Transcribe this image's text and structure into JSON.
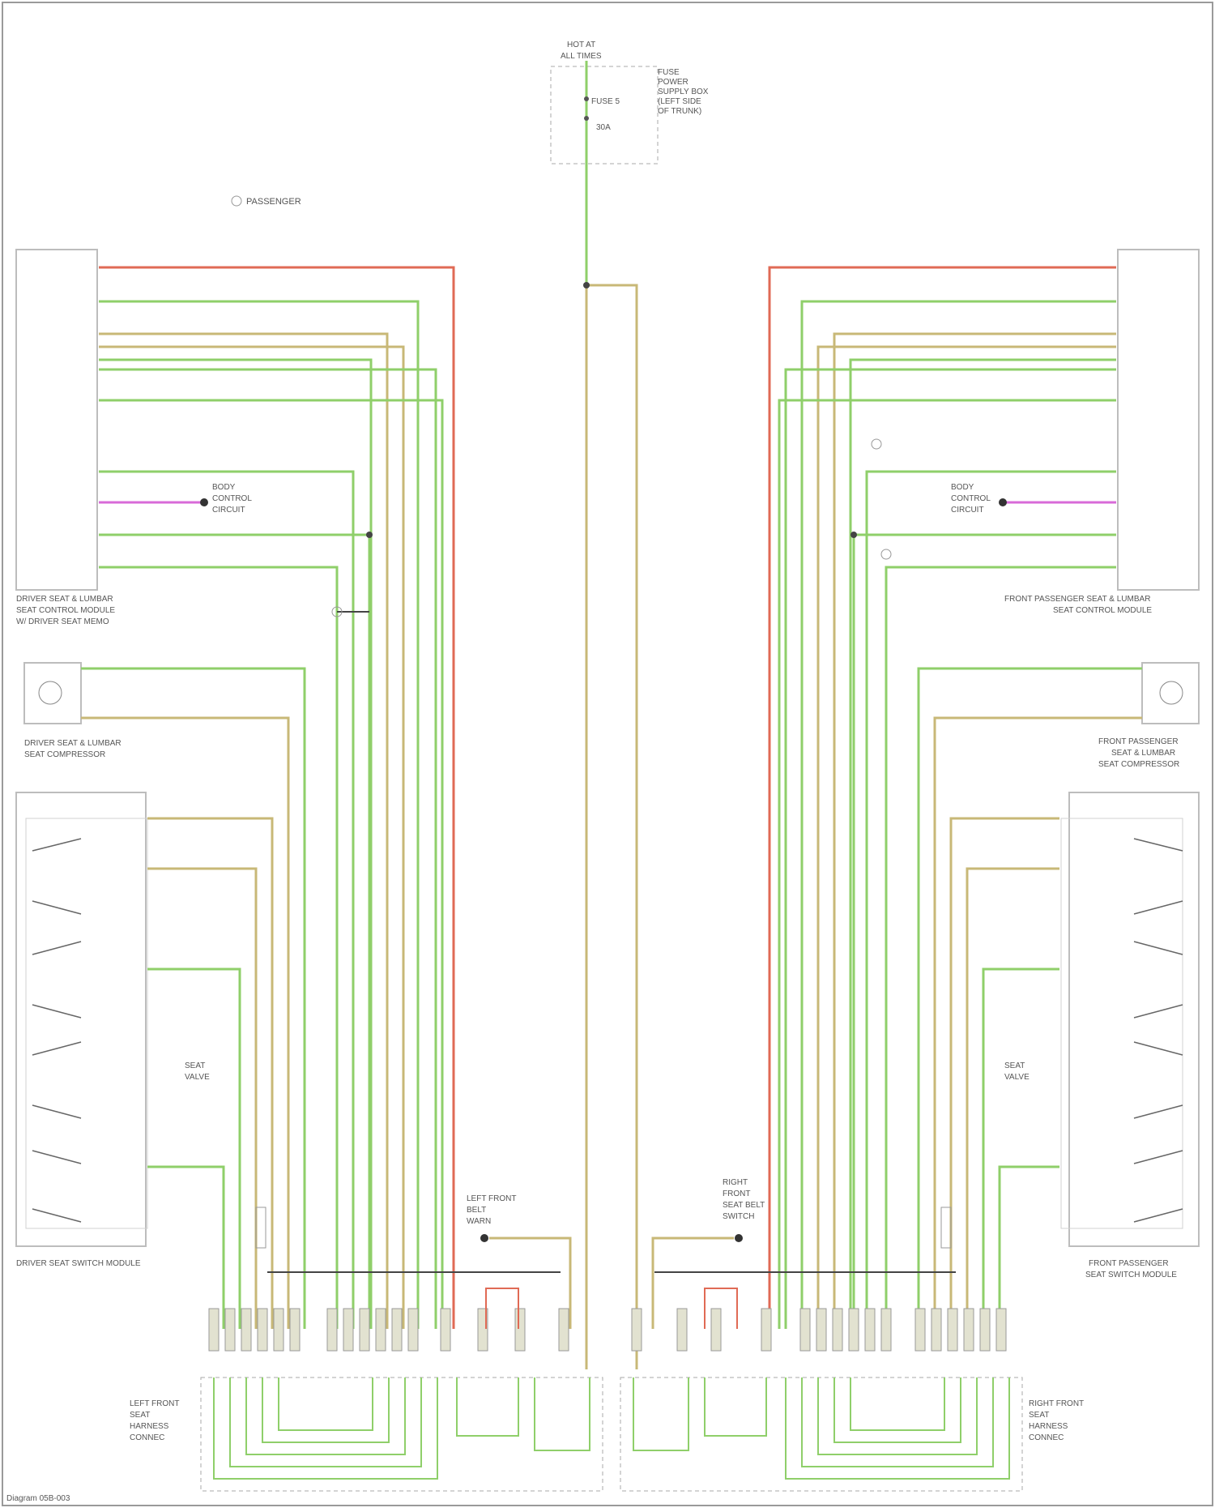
{
  "diagram": {
    "top_fuse_labels": [
      "HOT AT",
      "ALL TIMES"
    ],
    "fuse_box_labels": [
      "FUSE",
      "POWER",
      "SUPPLY BOX",
      "(LEFT SIDE",
      "OF TRUNK)"
    ],
    "fuse_labels": [
      "FUSE 5",
      "30A"
    ],
    "passenger_note": "PASSENGER",
    "left_module_labels": [
      "DRIVER SEAT & LUMBAR",
      "SEAT CONTROL MODULE",
      "W/ DRIVER SEAT MEMO"
    ],
    "right_module_labels": [
      "FRONT PASSENGER SEAT & LUMBAR",
      "SEAT CONTROL MODULE"
    ],
    "left_compressor_labels": [
      "DRIVER SEAT & LUMBAR",
      "SEAT COMPRESSOR"
    ],
    "right_compressor_labels": [
      "FRONT PASSENGER",
      "SEAT & LUMBAR",
      "SEAT COMPRESSOR"
    ],
    "left_switch_labels": [
      "DRIVER SEAT SWITCH MODULE"
    ],
    "right_switch_labels": [
      "FRONT PASSENGER",
      "SEAT SWITCH MODULE"
    ],
    "left_valve_labels": [
      "SEAT",
      "VALVE"
    ],
    "right_valve_labels": [
      "SEAT",
      "VALVE"
    ],
    "left_belt_labels": [
      "LEFT FRONT",
      "BELT",
      "WARN"
    ],
    "right_belt_labels": [
      "RIGHT",
      "FRONT",
      "SEAT BELT",
      "SWITCH"
    ],
    "left_connector_labels": [
      "LEFT FRONT",
      "SEAT",
      "HARNESS",
      "CONNEC"
    ],
    "right_connector_labels": [
      "RIGHT FRONT",
      "SEAT",
      "HARNESS",
      "CONNEC"
    ],
    "left_body_labels": [
      "BODY",
      "CONTROL",
      "CIRCUIT"
    ],
    "right_body_labels": [
      "BODY",
      "CONTROL",
      "CIRCUIT"
    ],
    "footer": "Diagram 05B-003",
    "colors": {
      "green": "#8fcf6a",
      "tan": "#c8b877",
      "red": "#e06a55",
      "pink": "#d86ad8",
      "dark": "#444444",
      "box": "#bdbdbd"
    }
  }
}
